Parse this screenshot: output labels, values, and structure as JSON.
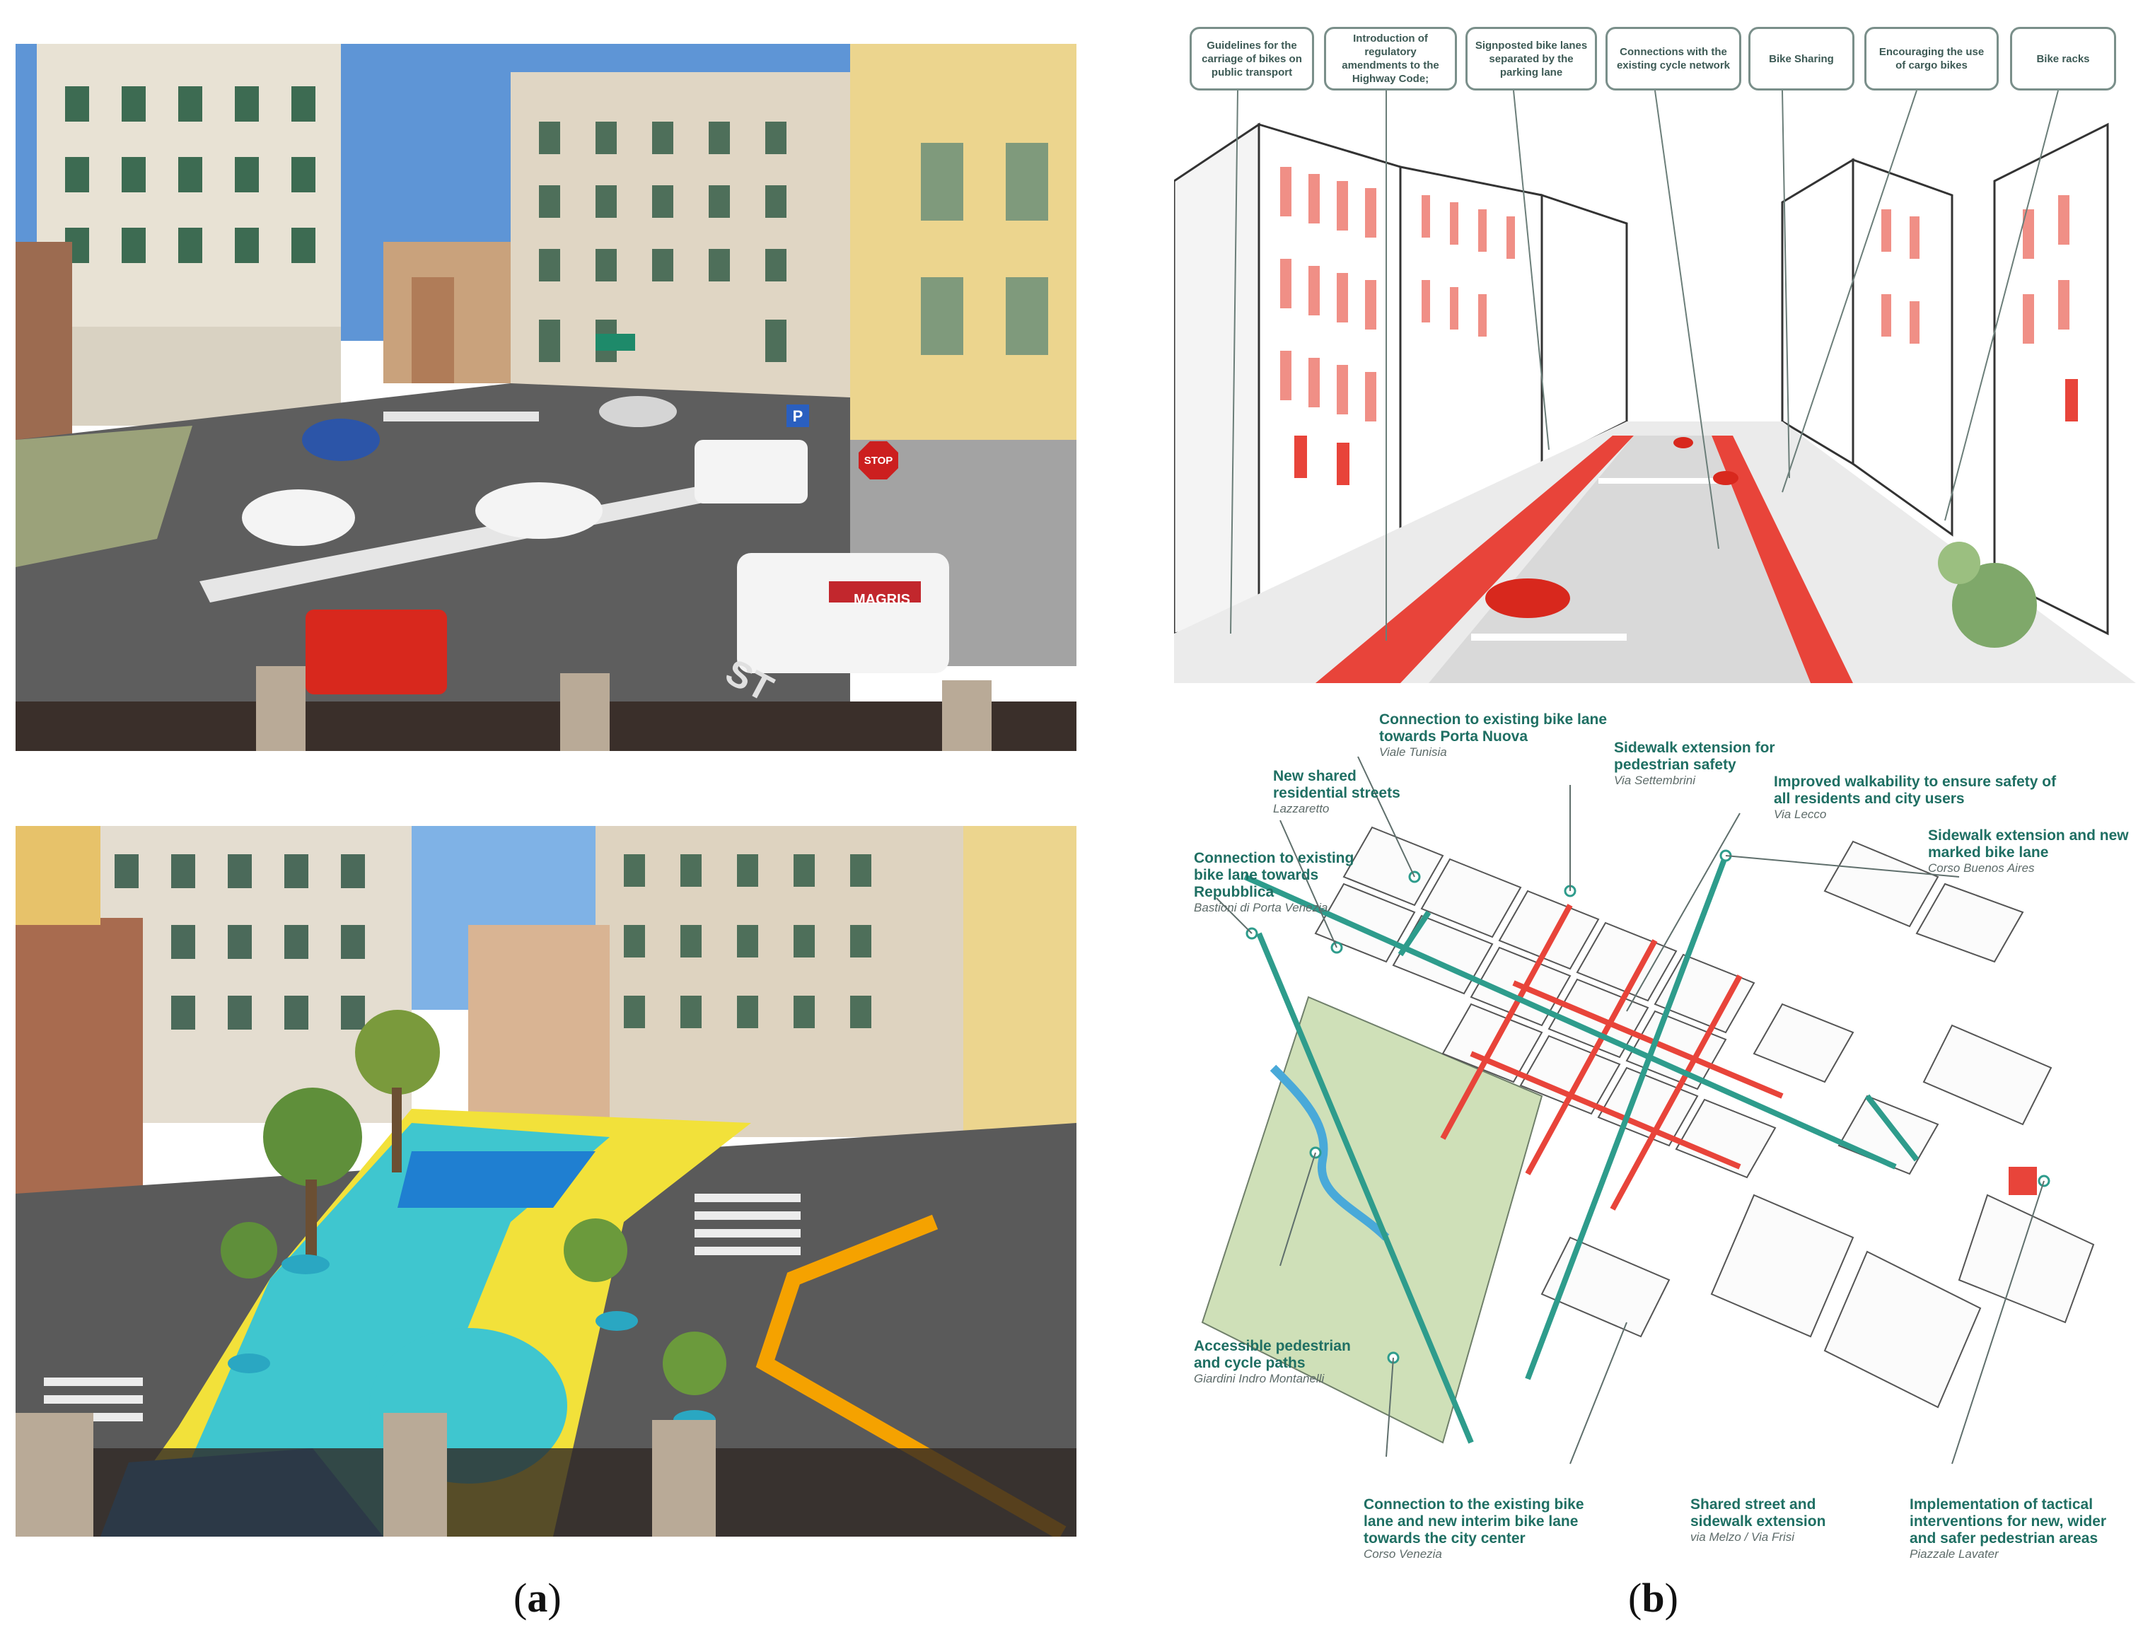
{
  "panel_a": {
    "caption_letter": "a",
    "top_photo": {
      "signs": [
        "STOP",
        "P",
        "MAGRIS",
        "ST"
      ]
    },
    "bottom_photo": {}
  },
  "panel_b": {
    "caption_letter": "b",
    "sketch_callouts": [
      "Guidelines for the carriage of bikes on public transport",
      "Introduction of regulatory amendments to the Highway Code;",
      "Signposted bike lanes separated by the parking lane",
      "Connections with the existing cycle network",
      "Bike Sharing",
      "Encouraging the use of cargo bikes",
      "Bike racks"
    ],
    "map_labels": [
      {
        "title": "Connection to existing bike lane towards Porta Nuova",
        "place": "Viale Tunisia"
      },
      {
        "title": "Sidewalk extension for pedestrian safety",
        "place": "Via Settembrini"
      },
      {
        "title": "New shared residential streets",
        "place": "Lazzaretto"
      },
      {
        "title": "Improved walkability to ensure safety of all residents and city users",
        "place": "Via Lecco"
      },
      {
        "title": "Connection to existing bike lane towards Repubblica",
        "place": "Bastioni di Porta Venezia"
      },
      {
        "title": "Sidewalk extension and new marked bike lane",
        "place": "Corso Buenos Aires"
      },
      {
        "title": "Accessible pedestrian and cycle paths",
        "place": "Giardini Indro Montanelli"
      },
      {
        "title": "Connection to the existing bike lane and new interim bike lane towards the city center",
        "place": "Corso Venezia"
      },
      {
        "title": "Shared street and sidewalk extension",
        "place": "via Melzo / Via Frisi"
      },
      {
        "title": "Implementation of tactical interventions for new, wider and safer pedestrian areas",
        "place": "Piazzale Lavater"
      }
    ]
  },
  "colors": {
    "accent_red": "#e8443a",
    "light_red": "#f3a39a",
    "teal": "#2e9c8c",
    "label_teal": "#1f6f63",
    "park_green": "#cfe0b8",
    "paint_yellow": "#f2e13a",
    "paint_cyan": "#3fc6cf",
    "paint_blue": "#1f7fd1"
  }
}
